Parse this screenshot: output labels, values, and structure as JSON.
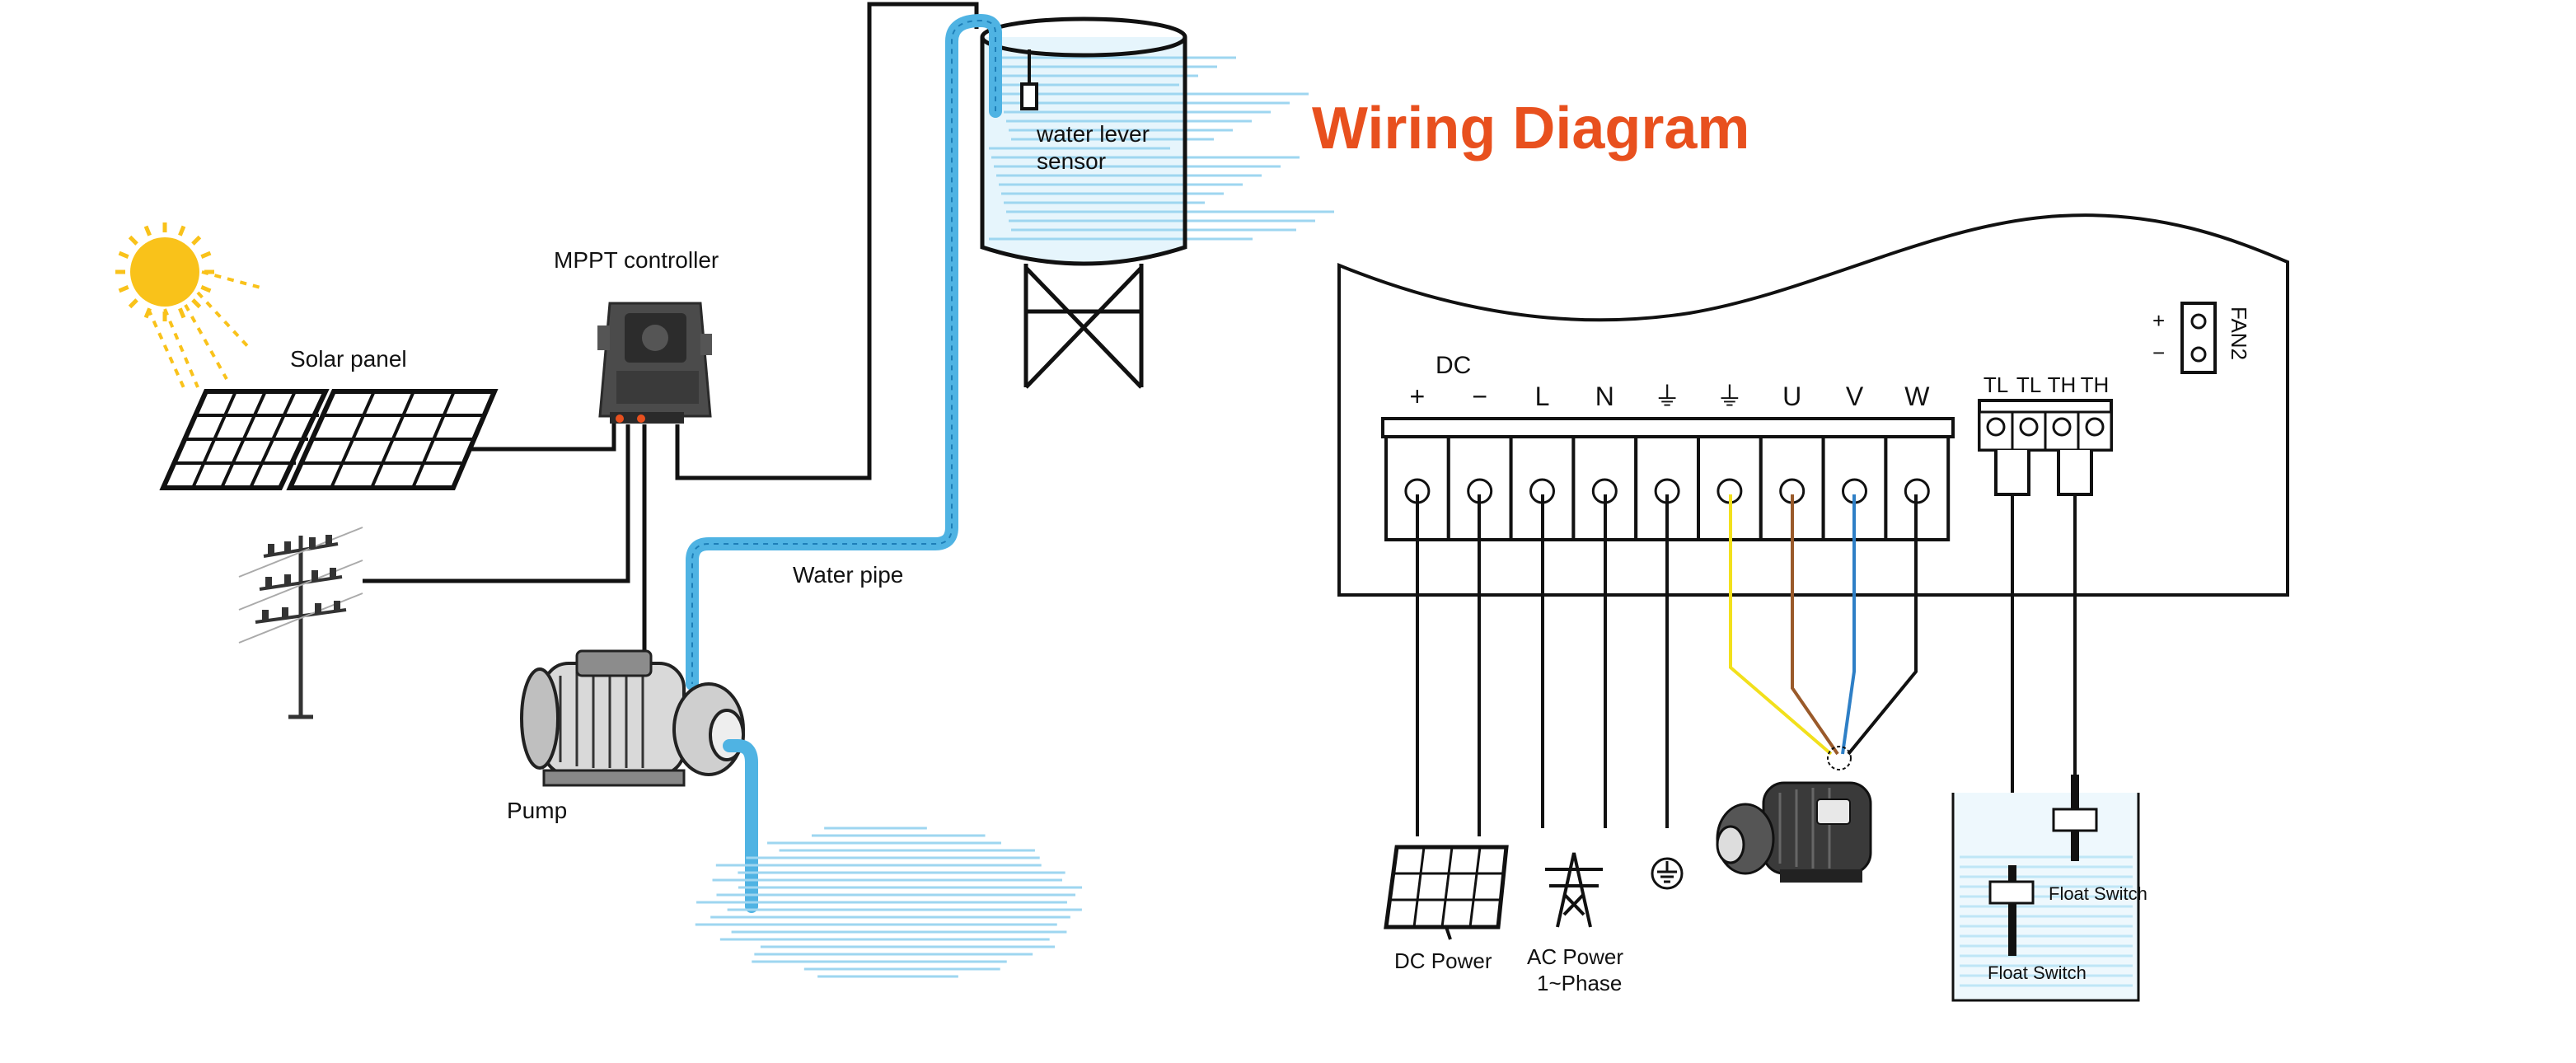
{
  "title": "Wiring Diagram",
  "colors": {
    "title": "#E8501E",
    "water": "#4FB3E3",
    "water_light": "#BFE6F6",
    "sun": "#F9C21A",
    "line": "#111111",
    "wire_yellow": "#F2E01C",
    "wire_brown": "#9A5A2A",
    "wire_blue": "#2E7FC6"
  },
  "system": {
    "solar_panel_label": "Solar panel",
    "controller_label": "MPPT controller",
    "sensor_label_line1": "water lever",
    "sensor_label_line2": "sensor",
    "pipe_label": "Water pipe",
    "pump_label": "Pump"
  },
  "wiring": {
    "dc_label": "DC",
    "terminals": [
      "+",
      "−",
      "L",
      "N",
      "⏚",
      "⏚",
      "U",
      "V",
      "W"
    ],
    "sensor_terminals": [
      "TL",
      "TL",
      "TH",
      "TH"
    ],
    "fan_label": "FAN2",
    "fan_plus": "+",
    "fan_minus": "−",
    "dc_power_label": "DC Power",
    "ac_power_line1": "AC Power",
    "ac_power_line2": "1~Phase",
    "float_switch_upper": "Float Switch",
    "float_switch_lower": "Float Switch"
  },
  "icons": [
    "sun-icon",
    "solar-panel-icon",
    "power-pole-icon",
    "controller-icon",
    "water-tank-icon",
    "pump-icon",
    "ground-icon",
    "transmission-tower-icon",
    "float-switch-icon"
  ]
}
